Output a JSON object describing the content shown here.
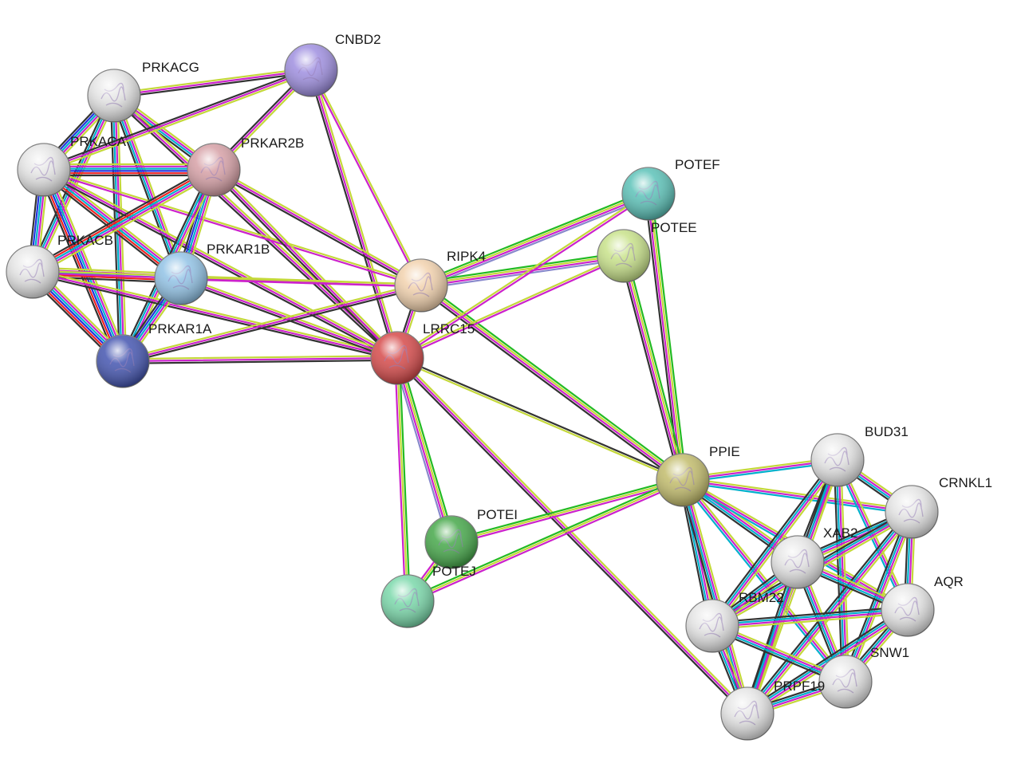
{
  "network": {
    "nodes": [
      {
        "id": "PRKACG",
        "label": "PRKACG",
        "color": "#e6e6e6"
      },
      {
        "id": "CNBD2",
        "label": "CNBD2",
        "color": "#9f8fe0"
      },
      {
        "id": "PRKACA",
        "label": "PRKACA",
        "color": "#e6e6e6"
      },
      {
        "id": "PRKAR2B",
        "label": "PRKAR2B",
        "color": "#d6a0a6"
      },
      {
        "id": "PRKACB",
        "label": "PRKACB",
        "color": "#e6e6e6"
      },
      {
        "id": "PRKAR1B",
        "label": "PRKAR1B",
        "color": "#92c3e6"
      },
      {
        "id": "PRKAR1A",
        "label": "PRKAR1A",
        "color": "#4455b0"
      },
      {
        "id": "RIPK4",
        "label": "RIPK4",
        "color": "#f2d2ae"
      },
      {
        "id": "LRRC15",
        "label": "LRRC15",
        "color": "#d64a4a"
      },
      {
        "id": "POTEF",
        "label": "POTEF",
        "color": "#5cc2b8"
      },
      {
        "id": "POTEE",
        "label": "POTEE",
        "color": "#c8e28a"
      },
      {
        "id": "PPIE",
        "label": "PPIE",
        "color": "#c2bc6c"
      },
      {
        "id": "POTEI",
        "label": "POTEI",
        "color": "#46a84a"
      },
      {
        "id": "POTEJ",
        "label": "POTEJ",
        "color": "#7ad8aa"
      },
      {
        "id": "BUD31",
        "label": "BUD31",
        "color": "#e6e6e6"
      },
      {
        "id": "CRNKL1",
        "label": "CRNKL1",
        "color": "#e6e6e6"
      },
      {
        "id": "XAB2",
        "label": "XAB2",
        "color": "#e6e6e6"
      },
      {
        "id": "AQR",
        "label": "AQR",
        "color": "#e6e6e6"
      },
      {
        "id": "RBM22",
        "label": "RBM22",
        "color": "#e6e6e6"
      },
      {
        "id": "SNW1",
        "label": "SNW1",
        "color": "#e6e6e6"
      },
      {
        "id": "PRPF19",
        "label": "PRPF19",
        "color": "#e6e6e6"
      }
    ],
    "edges": [
      {
        "source": "PRKACG",
        "target": "CNBD2",
        "colors": [
          "#c4d83a",
          "#cc22cc",
          "#333333"
        ]
      },
      {
        "source": "PRKACG",
        "target": "PRKACA",
        "colors": [
          "#c4d83a",
          "#cc22cc",
          "#00b0cc",
          "#2233dd",
          "#333333"
        ]
      },
      {
        "source": "PRKACG",
        "target": "PRKAR2B",
        "colors": [
          "#c4d83a",
          "#cc22cc",
          "#00b0cc",
          "#333333"
        ]
      },
      {
        "source": "PRKACG",
        "target": "PRKACB",
        "colors": [
          "#c4d83a",
          "#cc22cc",
          "#00b0cc",
          "#333333"
        ]
      },
      {
        "source": "PRKACG",
        "target": "PRKAR1B",
        "colors": [
          "#c4d83a",
          "#cc22cc",
          "#00b0cc",
          "#333333"
        ]
      },
      {
        "source": "PRKACG",
        "target": "PRKAR1A",
        "colors": [
          "#c4d83a",
          "#cc22cc",
          "#00b0cc",
          "#333333"
        ]
      },
      {
        "source": "PRKACG",
        "target": "LRRC15",
        "colors": [
          "#c4d83a",
          "#cc22cc",
          "#333333"
        ]
      },
      {
        "source": "CNBD2",
        "target": "PRKACA",
        "colors": [
          "#c4d83a",
          "#cc22cc",
          "#333333"
        ]
      },
      {
        "source": "CNBD2",
        "target": "PRKAR2B",
        "colors": [
          "#c4d83a",
          "#cc22cc",
          "#333333"
        ]
      },
      {
        "source": "CNBD2",
        "target": "LRRC15",
        "colors": [
          "#c4d83a",
          "#cc22cc",
          "#333333"
        ]
      },
      {
        "source": "CNBD2",
        "target": "RIPK4",
        "colors": [
          "#c4d83a",
          "#cc22cc"
        ]
      },
      {
        "source": "PRKACA",
        "target": "PRKAR2B",
        "colors": [
          "#c4d83a",
          "#cc22cc",
          "#00b0cc",
          "#2233dd",
          "#ee2222",
          "#333333"
        ]
      },
      {
        "source": "PRKACA",
        "target": "PRKACB",
        "colors": [
          "#c4d83a",
          "#cc22cc",
          "#00b0cc",
          "#2233dd",
          "#333333"
        ]
      },
      {
        "source": "PRKACA",
        "target": "PRKAR1B",
        "colors": [
          "#c4d83a",
          "#cc22cc",
          "#00b0cc",
          "#ee2222",
          "#333333"
        ]
      },
      {
        "source": "PRKACA",
        "target": "PRKAR1A",
        "colors": [
          "#c4d83a",
          "#cc22cc",
          "#00b0cc",
          "#2233dd",
          "#ee2222",
          "#333333"
        ]
      },
      {
        "source": "PRKACA",
        "target": "LRRC15",
        "colors": [
          "#c4d83a",
          "#cc22cc",
          "#333333"
        ]
      },
      {
        "source": "PRKACA",
        "target": "RIPK4",
        "colors": [
          "#c4d83a",
          "#cc22cc"
        ]
      },
      {
        "source": "PRKAR2B",
        "target": "PRKACB",
        "colors": [
          "#c4d83a",
          "#cc22cc",
          "#00b0cc",
          "#ee2222",
          "#333333"
        ]
      },
      {
        "source": "PRKAR2B",
        "target": "PRKAR1B",
        "colors": [
          "#c4d83a",
          "#cc22cc",
          "#00b0cc",
          "#2233dd",
          "#333333"
        ]
      },
      {
        "source": "PRKAR2B",
        "target": "PRKAR1A",
        "colors": [
          "#c4d83a",
          "#cc22cc",
          "#00b0cc",
          "#333333"
        ]
      },
      {
        "source": "PRKAR2B",
        "target": "LRRC15",
        "colors": [
          "#c4d83a",
          "#cc22cc",
          "#333333"
        ]
      },
      {
        "source": "PRKAR2B",
        "target": "RIPK4",
        "colors": [
          "#c4d83a",
          "#cc22cc",
          "#333333"
        ]
      },
      {
        "source": "PRKACB",
        "target": "PRKAR1B",
        "colors": [
          "#c4d83a",
          "#cc22cc",
          "#00b0cc",
          "#ee2222",
          "#333333"
        ]
      },
      {
        "source": "PRKACB",
        "target": "PRKAR1A",
        "colors": [
          "#c4d83a",
          "#cc22cc",
          "#00b0cc",
          "#2233dd",
          "#ee2222",
          "#333333"
        ]
      },
      {
        "source": "PRKACB",
        "target": "LRRC15",
        "colors": [
          "#c4d83a",
          "#cc22cc",
          "#333333"
        ]
      },
      {
        "source": "PRKACB",
        "target": "RIPK4",
        "colors": [
          "#c4d83a",
          "#cc22cc"
        ]
      },
      {
        "source": "PRKAR1B",
        "target": "PRKAR1A",
        "colors": [
          "#c4d83a",
          "#cc22cc",
          "#00b0cc",
          "#2233dd",
          "#333333"
        ]
      },
      {
        "source": "PRKAR1B",
        "target": "LRRC15",
        "colors": [
          "#c4d83a",
          "#cc22cc",
          "#333333"
        ]
      },
      {
        "source": "PRKAR1B",
        "target": "RIPK4",
        "colors": [
          "#c4d83a",
          "#cc22cc"
        ]
      },
      {
        "source": "PRKAR1A",
        "target": "LRRC15",
        "colors": [
          "#c4d83a",
          "#cc22cc",
          "#333333"
        ]
      },
      {
        "source": "PRKAR1A",
        "target": "RIPK4",
        "colors": [
          "#c4d83a",
          "#cc22cc",
          "#333333"
        ]
      },
      {
        "source": "RIPK4",
        "target": "LRRC15",
        "colors": [
          "#c4d83a",
          "#cc22cc",
          "#333333"
        ]
      },
      {
        "source": "RIPK4",
        "target": "POTEF",
        "colors": [
          "#22bb22",
          "#c4d83a",
          "#cc22cc",
          "#8888cc"
        ]
      },
      {
        "source": "RIPK4",
        "target": "POTEE",
        "colors": [
          "#22bb22",
          "#c4d83a",
          "#cc22cc",
          "#8888cc"
        ]
      },
      {
        "source": "RIPK4",
        "target": "PPIE",
        "colors": [
          "#22bb22",
          "#c4d83a",
          "#cc22cc",
          "#333333"
        ]
      },
      {
        "source": "LRRC15",
        "target": "POTEF",
        "colors": [
          "#c4d83a",
          "#cc22cc"
        ]
      },
      {
        "source": "LRRC15",
        "target": "POTEE",
        "colors": [
          "#c4d83a",
          "#cc22cc"
        ]
      },
      {
        "source": "LRRC15",
        "target": "PPIE",
        "colors": [
          "#333333",
          "#c4d83a"
        ]
      },
      {
        "source": "LRRC15",
        "target": "POTEI",
        "colors": [
          "#22bb22",
          "#c4d83a",
          "#cc22cc",
          "#8888cc"
        ]
      },
      {
        "source": "LRRC15",
        "target": "POTEJ",
        "colors": [
          "#22bb22",
          "#c4d83a",
          "#cc22cc"
        ]
      },
      {
        "source": "LRRC15",
        "target": "PRPF19",
        "colors": [
          "#c4d83a",
          "#cc22cc",
          "#333333"
        ]
      },
      {
        "source": "POTEF",
        "target": "PPIE",
        "colors": [
          "#22bb22",
          "#c4d83a",
          "#cc22cc",
          "#333333"
        ]
      },
      {
        "source": "POTEE",
        "target": "PPIE",
        "colors": [
          "#22bb22",
          "#c4d83a",
          "#cc22cc",
          "#333333"
        ]
      },
      {
        "source": "POTEI",
        "target": "PPIE",
        "colors": [
          "#22bb22",
          "#c4d83a",
          "#cc22cc"
        ]
      },
      {
        "source": "POTEJ",
        "target": "PPIE",
        "colors": [
          "#22bb22",
          "#c4d83a",
          "#cc22cc"
        ]
      },
      {
        "source": "POTEI",
        "target": "POTEJ",
        "colors": [
          "#22bb22",
          "#c4d83a",
          "#cc22cc"
        ]
      },
      {
        "source": "PPIE",
        "target": "BUD31",
        "colors": [
          "#c4d83a",
          "#cc22cc",
          "#00b0cc"
        ]
      },
      {
        "source": "PPIE",
        "target": "CRNKL1",
        "colors": [
          "#c4d83a",
          "#cc22cc",
          "#00b0cc"
        ]
      },
      {
        "source": "PPIE",
        "target": "XAB2",
        "colors": [
          "#c4d83a",
          "#cc22cc",
          "#00b0cc",
          "#333333"
        ]
      },
      {
        "source": "PPIE",
        "target": "AQR",
        "colors": [
          "#c4d83a",
          "#cc22cc",
          "#00b0cc"
        ]
      },
      {
        "source": "PPIE",
        "target": "RBM22",
        "colors": [
          "#c4d83a",
          "#cc22cc",
          "#00b0cc",
          "#333333"
        ]
      },
      {
        "source": "PPIE",
        "target": "SNW1",
        "colors": [
          "#c4d83a",
          "#cc22cc",
          "#00b0cc"
        ]
      },
      {
        "source": "PPIE",
        "target": "PRPF19",
        "colors": [
          "#c4d83a",
          "#cc22cc",
          "#00b0cc",
          "#333333"
        ]
      },
      {
        "source": "BUD31",
        "target": "CRNKL1",
        "colors": [
          "#c4d83a",
          "#cc22cc",
          "#00b0cc",
          "#333333"
        ]
      },
      {
        "source": "BUD31",
        "target": "XAB2",
        "colors": [
          "#c4d83a",
          "#cc22cc",
          "#00b0cc",
          "#333333"
        ]
      },
      {
        "source": "BUD31",
        "target": "AQR",
        "colors": [
          "#c4d83a",
          "#cc22cc",
          "#00b0cc"
        ]
      },
      {
        "source": "BUD31",
        "target": "RBM22",
        "colors": [
          "#c4d83a",
          "#cc22cc",
          "#00b0cc",
          "#333333"
        ]
      },
      {
        "source": "BUD31",
        "target": "SNW1",
        "colors": [
          "#c4d83a",
          "#cc22cc",
          "#00b0cc",
          "#333333"
        ]
      },
      {
        "source": "BUD31",
        "target": "PRPF19",
        "colors": [
          "#c4d83a",
          "#cc22cc",
          "#00b0cc",
          "#333333"
        ]
      },
      {
        "source": "CRNKL1",
        "target": "XAB2",
        "colors": [
          "#c4d83a",
          "#cc22cc",
          "#00b0cc",
          "#333333"
        ]
      },
      {
        "source": "CRNKL1",
        "target": "AQR",
        "colors": [
          "#c4d83a",
          "#cc22cc",
          "#00b0cc",
          "#333333"
        ]
      },
      {
        "source": "CRNKL1",
        "target": "RBM22",
        "colors": [
          "#c4d83a",
          "#cc22cc",
          "#00b0cc",
          "#333333"
        ]
      },
      {
        "source": "CRNKL1",
        "target": "SNW1",
        "colors": [
          "#c4d83a",
          "#cc22cc",
          "#00b0cc",
          "#333333"
        ]
      },
      {
        "source": "CRNKL1",
        "target": "PRPF19",
        "colors": [
          "#c4d83a",
          "#cc22cc",
          "#00b0cc",
          "#333333"
        ]
      },
      {
        "source": "XAB2",
        "target": "AQR",
        "colors": [
          "#c4d83a",
          "#cc22cc",
          "#00b0cc",
          "#333333"
        ]
      },
      {
        "source": "XAB2",
        "target": "RBM22",
        "colors": [
          "#c4d83a",
          "#cc22cc",
          "#00b0cc",
          "#333333"
        ]
      },
      {
        "source": "XAB2",
        "target": "SNW1",
        "colors": [
          "#c4d83a",
          "#cc22cc",
          "#00b0cc",
          "#333333"
        ]
      },
      {
        "source": "XAB2",
        "target": "PRPF19",
        "colors": [
          "#c4d83a",
          "#cc22cc",
          "#00b0cc",
          "#333333"
        ]
      },
      {
        "source": "AQR",
        "target": "RBM22",
        "colors": [
          "#c4d83a",
          "#cc22cc",
          "#00b0cc",
          "#333333"
        ]
      },
      {
        "source": "AQR",
        "target": "SNW1",
        "colors": [
          "#c4d83a",
          "#cc22cc",
          "#00b0cc",
          "#333333"
        ]
      },
      {
        "source": "AQR",
        "target": "PRPF19",
        "colors": [
          "#c4d83a",
          "#cc22cc",
          "#00b0cc",
          "#333333"
        ]
      },
      {
        "source": "RBM22",
        "target": "SNW1",
        "colors": [
          "#c4d83a",
          "#cc22cc",
          "#00b0cc",
          "#333333"
        ]
      },
      {
        "source": "RBM22",
        "target": "PRPF19",
        "colors": [
          "#c4d83a",
          "#cc22cc",
          "#00b0cc",
          "#333333"
        ]
      },
      {
        "source": "SNW1",
        "target": "PRPF19",
        "colors": [
          "#c4d83a",
          "#cc22cc",
          "#00b0cc",
          "#333333"
        ]
      }
    ]
  }
}
